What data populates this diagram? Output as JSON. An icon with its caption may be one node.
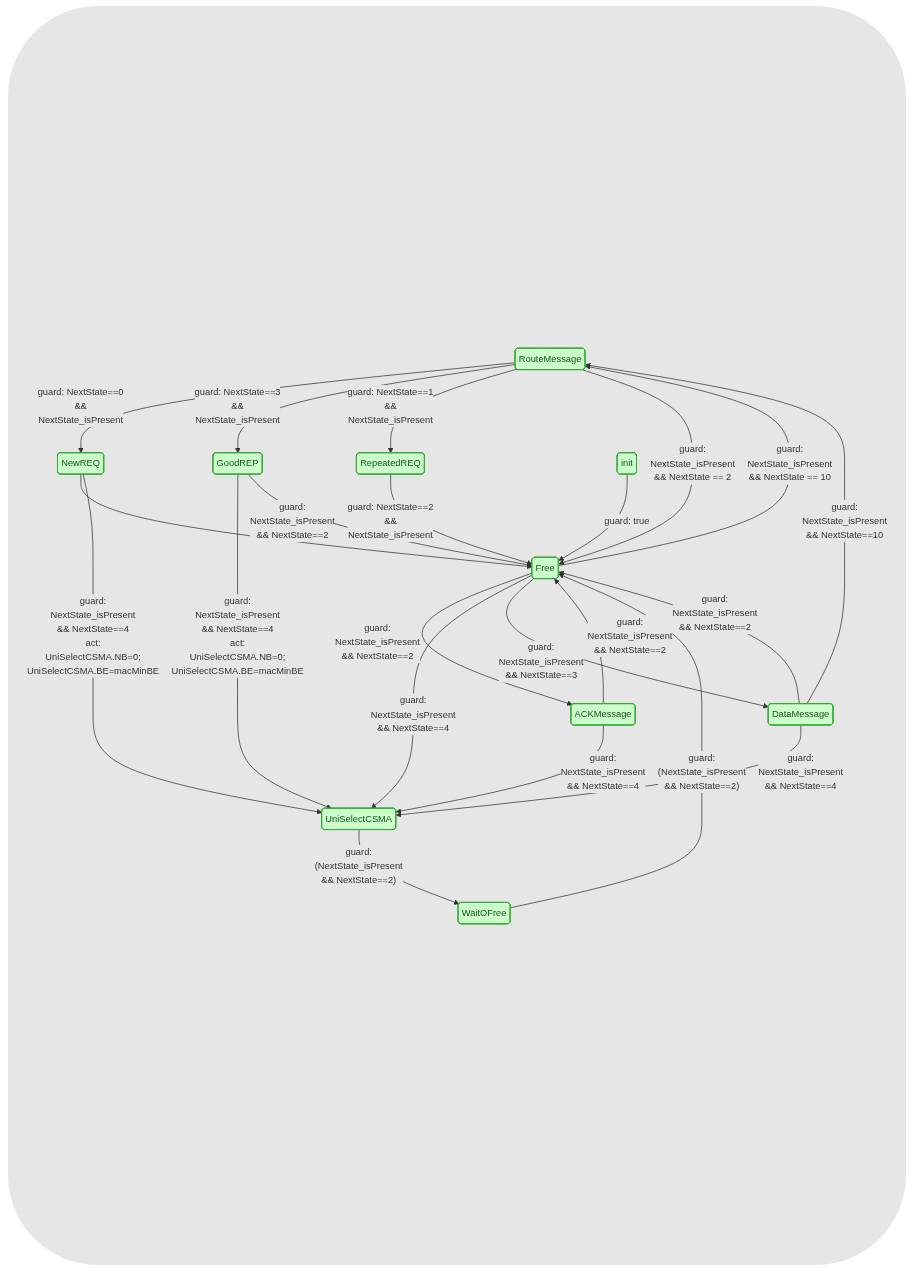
{
  "diagram": {
    "nodes": [
      {
        "text": [
          "RouteMessage"
        ]
      },
      {
        "text": [
          "NewREQ"
        ]
      },
      {
        "text": [
          "RepeatedREQ"
        ]
      },
      {
        "text": [
          "GoodREP"
        ]
      },
      {
        "text": [
          "Free"
        ]
      },
      {
        "text": [
          "ACKMessage"
        ]
      },
      {
        "text": [
          "DataMessage"
        ]
      },
      {
        "text": [
          "init"
        ]
      },
      {
        "text": [
          "UniSelectCSMA"
        ]
      },
      {
        "text": [
          "WaitOFree"
        ]
      }
    ],
    "edges": [
      {
        "from": 0,
        "to": 1,
        "arrow": "to",
        "label": "guard: NextState==0 && NextState_isPresent"
      },
      {
        "from": 0,
        "to": 3,
        "arrow": "to",
        "label": "guard: NextState==3 && NextState_isPresent"
      },
      {
        "from": 0,
        "to": 2,
        "arrow": "to",
        "label": "guard: NextState==1 && NextState_isPresent"
      },
      {
        "from": 0,
        "to": 4,
        "arrow": "to",
        "label": "guard: NextState_isPresent && NextState == 2"
      },
      {
        "from": 4,
        "to": 0,
        "arrow": "to",
        "label": "guard: NextState_isPresent && NextState == 10"
      },
      {
        "from": 5,
        "to": 4,
        "arrow": "to",
        "label": "guard: NextState_isPresent && NextState==2"
      },
      {
        "from": 4,
        "to": 5,
        "arrow": "to",
        "label": "guard: NextState_isPresent && NextState==2"
      },
      {
        "from": 1,
        "to": 4,
        "arrow": "to"
      },
      {
        "from": 2,
        "to": 4,
        "arrow": "to",
        "label": "guard: NextState==2 && NextState_isPresent"
      },
      {
        "from": 1,
        "to": 8,
        "arrow": "to",
        "label": "guard: NextState_isPresent && NextState==4 act: UniSelectCSMA.NB=0; UniSelectCSMA.BE=macMinBE"
      },
      {
        "from": 3,
        "to": 8,
        "arrow": "to",
        "label": "guard: NextState_isPresent && NextState==4 act: UniSelectCSMA.NB=0; UniSelectCSMA.BE=macMinBE"
      },
      {
        "from": 3,
        "to": 4,
        "arrow": "to",
        "label": "guard: NextState_isPresent && NextState==2"
      },
      {
        "from": 4,
        "to": 8,
        "arrow": "to",
        "label": "guard: NextState_isPresent && NextState==4"
      },
      {
        "from": 8,
        "to": 9,
        "arrow": "to",
        "label": "guard: (NextState_isPresent && NextState==2)"
      },
      {
        "from": 9,
        "to": 4,
        "arrow": "to",
        "label": "guard: (NextState_isPresent && NextState==2)"
      },
      {
        "from": 7,
        "to": 4,
        "arrow": "to",
        "label": "guard: true"
      },
      {
        "from": 4,
        "to": 6,
        "arrow": "to",
        "label": "guard: NextState_isPresent && NextState==3"
      },
      {
        "from": 6,
        "to": 4,
        "arrow": "to",
        "label": "guard: NextState_isPresent && NextState==2"
      },
      {
        "from": 6,
        "to": 0,
        "arrow": "to",
        "label": "guard: NextState_isPresent && NextState==10"
      },
      {
        "from": 6,
        "to": 8,
        "arrow": "to",
        "label": "guard: NextState_isPresent && NextState==4"
      },
      {
        "from": 5,
        "to": 8,
        "arrow": "to",
        "label": "guard: NextState_isPresent && NextState==4"
      }
    ]
  }
}
